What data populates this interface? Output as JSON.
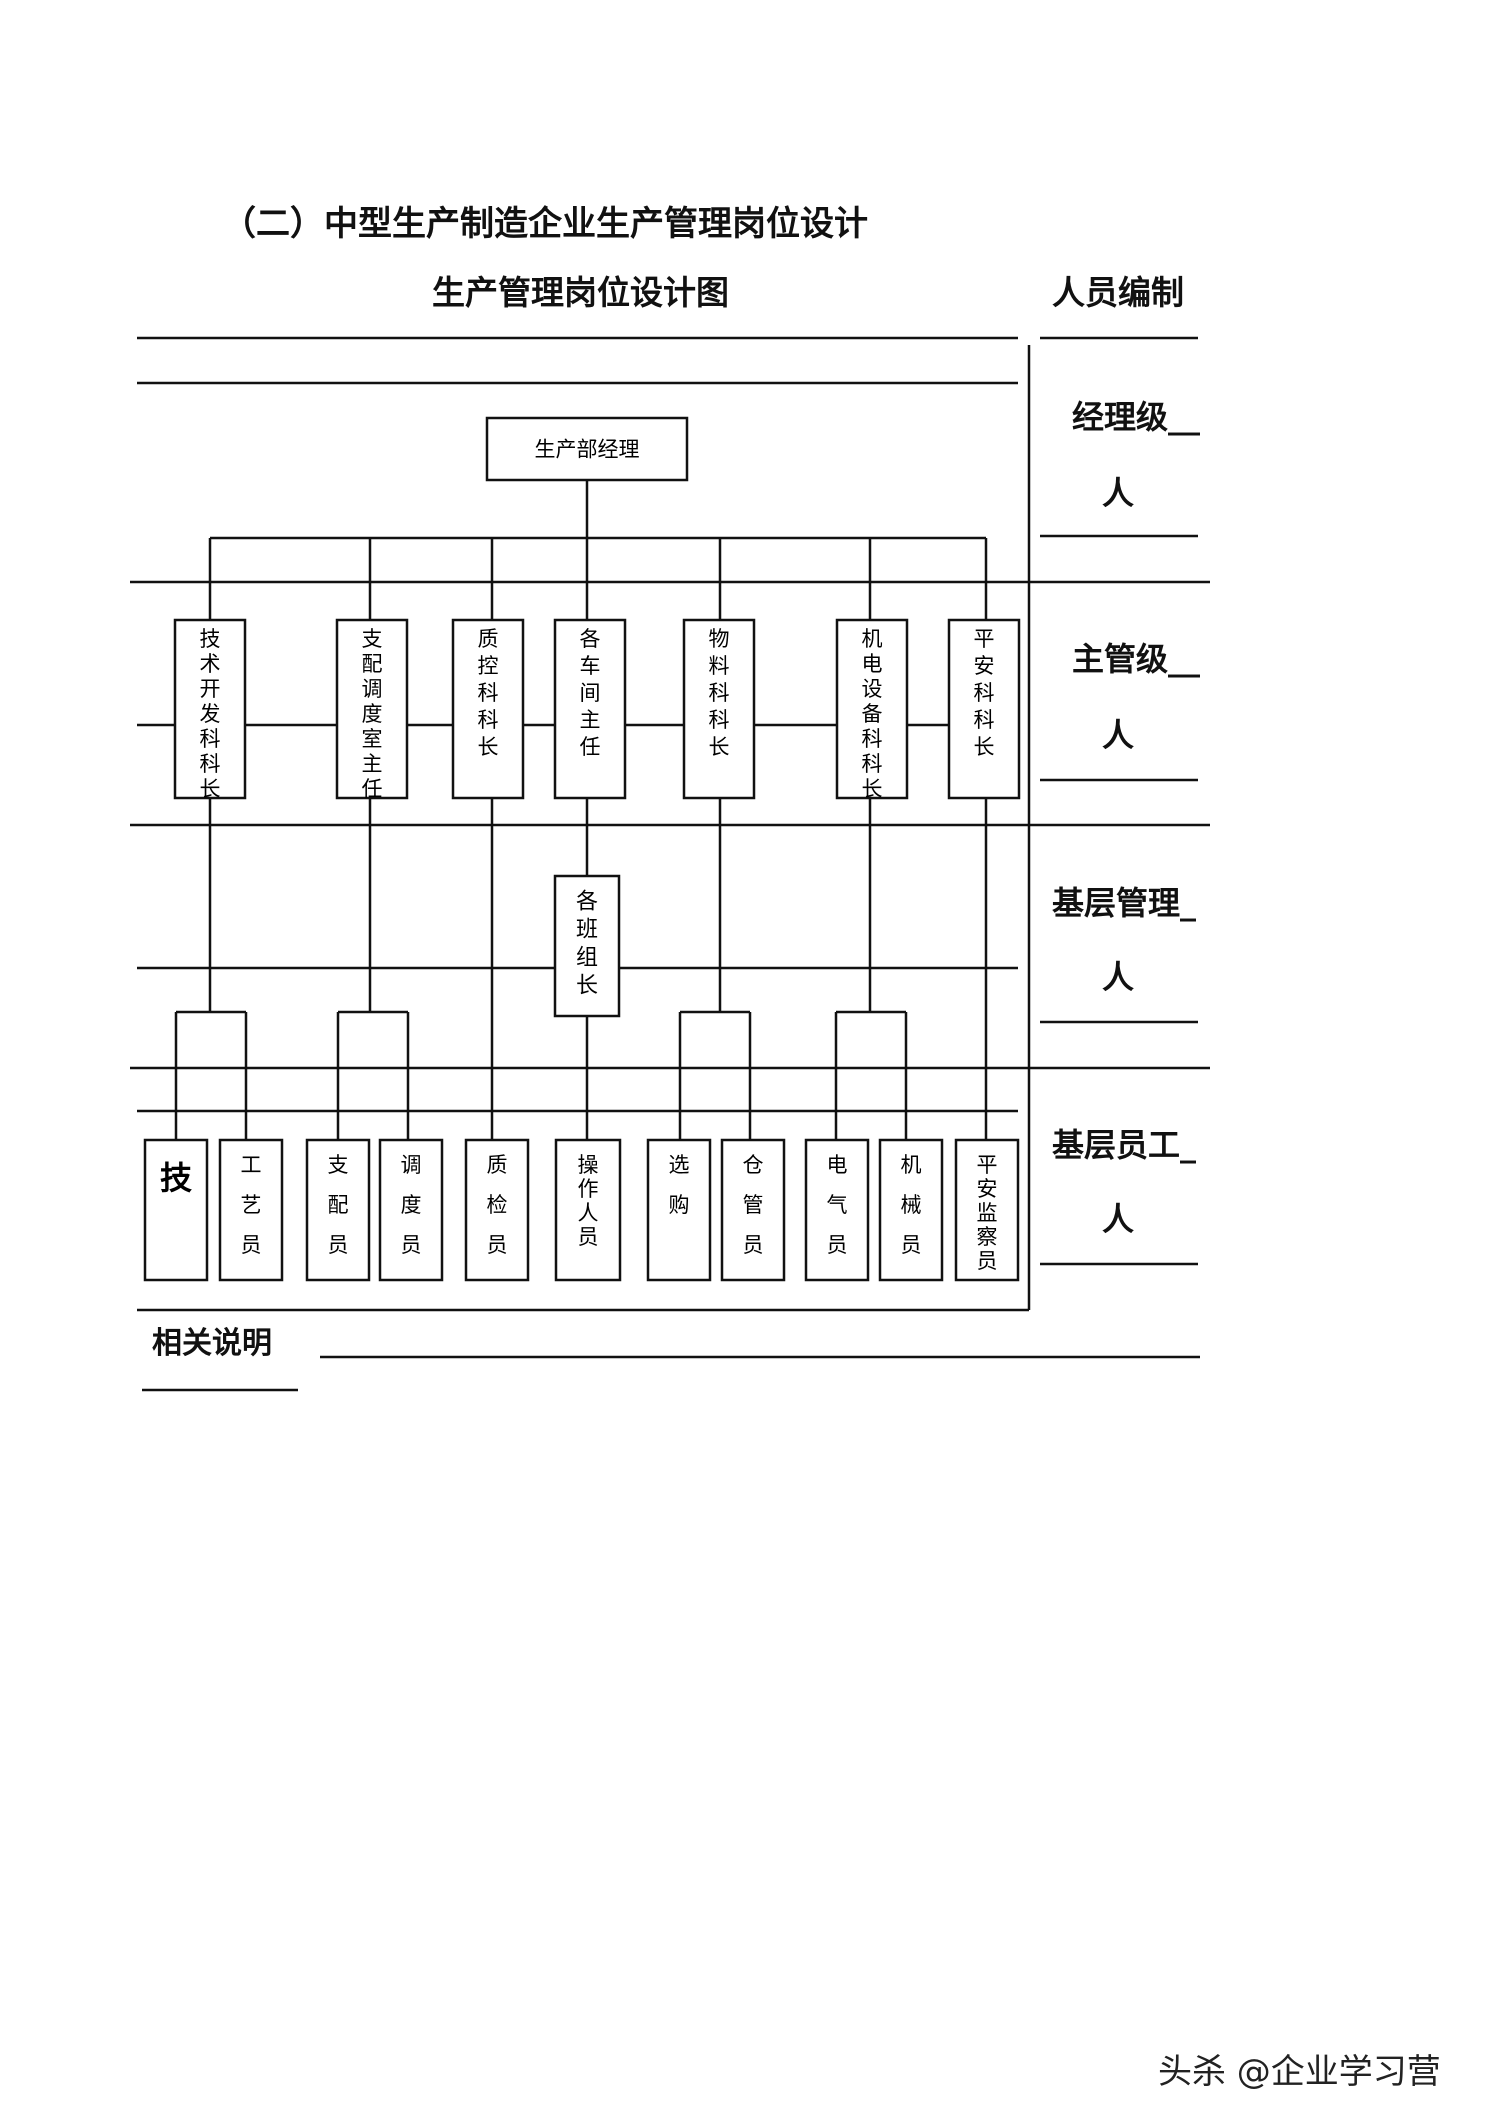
{
  "section_title": "（二）中型生产制造企业生产管理岗位设计",
  "chart_title": "生产管理岗位设计图",
  "staff_title": "人员编制",
  "levels": [
    {
      "label": "经理级__",
      "unit": "人"
    },
    {
      "label": "主管级__",
      "unit": "人"
    },
    {
      "label": "基层管理_",
      "unit": "人"
    },
    {
      "label": "基层员工_",
      "unit": "人"
    }
  ],
  "top_node": "生产部经理",
  "managers": [
    "技术开发科科长",
    "支配调度室主任",
    "质控科科长",
    "各车间主任",
    "物料科科长",
    "机电设备科科长",
    "平安科科长"
  ],
  "team_lead": "各班组长",
  "staff": [
    "技",
    "工艺员",
    "支配员",
    "调度员",
    "质检员",
    "操作人员",
    "选购",
    "仓管员",
    "电气员",
    "机械员",
    "平安监察员"
  ],
  "notes_label": "相关说明",
  "watermark": "头杀 @企业学习营"
}
